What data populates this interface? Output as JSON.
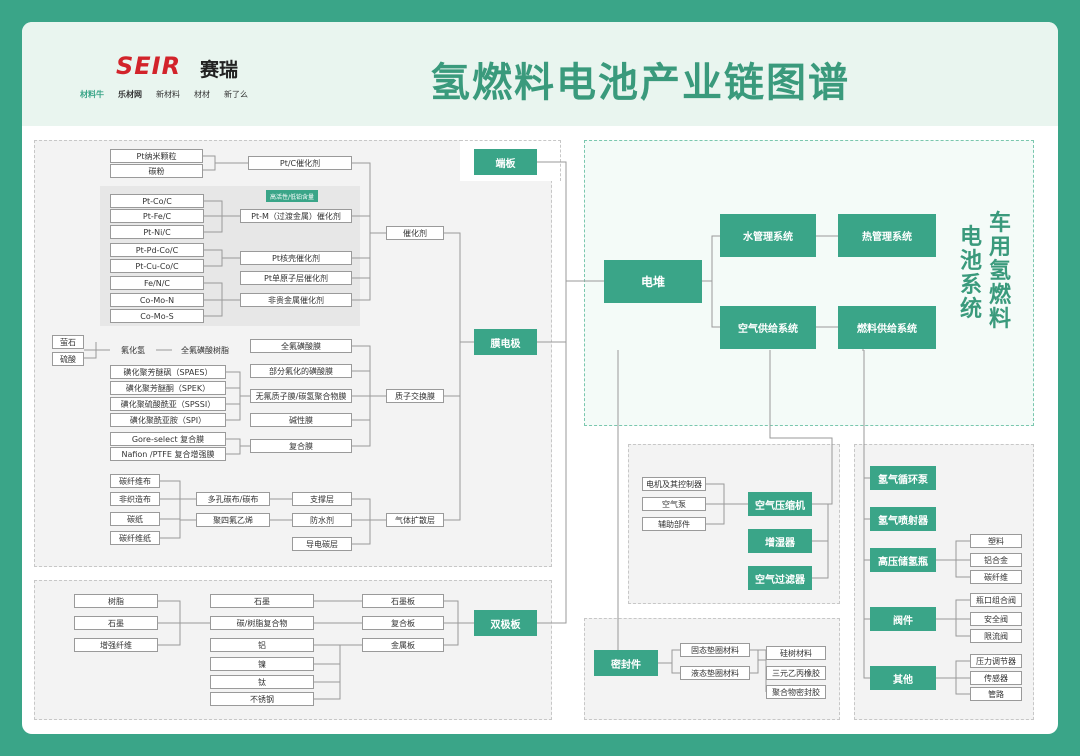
{
  "title": "氢燃料电池产业链图谱",
  "brand": {
    "seir": "SEIR",
    "name": "赛瑞"
  },
  "partner_logos": [
    "材料牛",
    "乐材网",
    "新材料",
    "材材",
    "新了么"
  ],
  "vehicle_system_title": [
    "车用氢燃料",
    "电池系统"
  ],
  "catalyst": {
    "pt_group": [
      "Pt纳米颗粒",
      "碳粉"
    ],
    "pt_c": "Pt/C催化剂",
    "tag": "高活性/低铂含量",
    "alloys": [
      "Pt-Co/C",
      "Pt-Fe/C",
      "Pt-Ni/C",
      "Pt-Pd-Co/C",
      "Pt-Cu-Co/C",
      "Fe/N/C",
      "Co-Mo-N",
      "Co-Mo-S"
    ],
    "types": [
      "Pt-M（过渡金属）催化剂",
      "Pt核壳催化剂",
      "Pt单原子层催化剂",
      "非贵金属催化剂"
    ],
    "label": "催化剂"
  },
  "membrane": {
    "raw": [
      "萤石",
      "硫酸"
    ],
    "mid": [
      "氟化氢",
      "全氟磺酸树脂"
    ],
    "materials": [
      "磺化聚芳醚砜（SPAES）",
      "磺化聚芳醚酮（SPEK）",
      "磺化聚硫酸酰亚（SPSSI）",
      "磺化聚酰亚胺（SPI）",
      "Gore-select 复合膜",
      "Nafion /PTFE 复合增强膜"
    ],
    "types": [
      "全氟磺酸膜",
      "部分氟化的磺酸膜",
      "无氟质子膜/碳氢聚合物膜",
      "碱性膜",
      "复合膜"
    ],
    "label": "质子交换膜"
  },
  "gdl": {
    "raw": [
      "碳纤维布",
      "非织造布",
      "碳纸",
      "碳纤维纸"
    ],
    "mid": [
      "多孔碳布/碳布",
      "聚四氟乙烯"
    ],
    "layers": [
      "支撑层",
      "防水剂",
      "导电碳层"
    ],
    "label": "气体扩散层"
  },
  "bipolar": {
    "raw": [
      "树脂",
      "石墨",
      "增强纤维"
    ],
    "mid": [
      "石墨",
      "碳/树脂复合物",
      "铝",
      "镍",
      "钛",
      "不锈钢"
    ],
    "types": [
      "石墨板",
      "复合板",
      "金属板"
    ],
    "label": "双极板"
  },
  "core": {
    "endplate": "端板",
    "mea": "膜电极",
    "stack": "电堆",
    "bipolar": "双极板"
  },
  "systems": {
    "water": "水管理系统",
    "heat": "热管理系统",
    "air": "空气供给系统",
    "fuel": "燃料供给系统"
  },
  "air_supply": {
    "parts": [
      "电机及其控制器",
      "空气泵",
      "辅助部件"
    ],
    "items": [
      "空气压缩机",
      "增湿器",
      "空气过滤器"
    ]
  },
  "seal": {
    "label": "密封件",
    "types": [
      "固态垫圈材料",
      "液态垫圈材料"
    ],
    "materials": [
      "硅树材料",
      "三元乙丙橡胶",
      "聚合物密封胶"
    ]
  },
  "fuel_supply": {
    "items": [
      "氢气循环泵",
      "氢气喷射器",
      "高压储氢瓶",
      "阀件",
      "其他"
    ],
    "tank": [
      "塑料",
      "铝合金",
      "碳纤维"
    ],
    "valve": [
      "瓶口组合阀",
      "安全阀",
      "限流阀"
    ],
    "other": [
      "压力调节器",
      "传感器",
      "管路"
    ]
  },
  "colors": {
    "brand_green": "#3aa588",
    "title_green": "#3a9a7c",
    "seir_red": "#d2232a"
  }
}
